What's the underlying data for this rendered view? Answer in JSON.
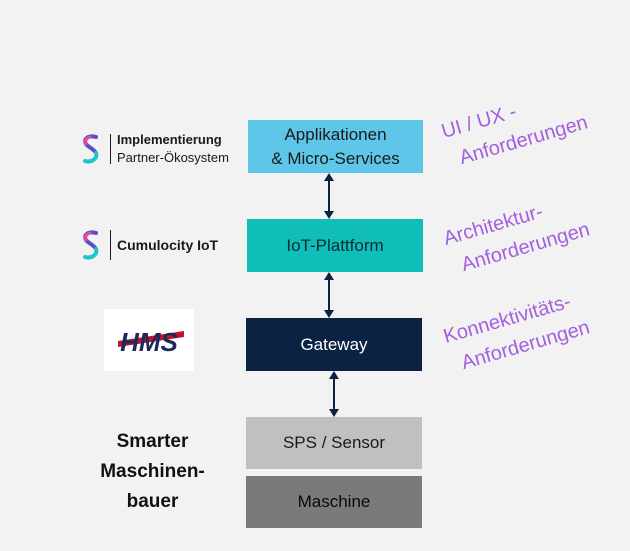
{
  "layers": {
    "apps": [
      "Applikationen",
      "& Micro-Services"
    ],
    "iot": "IoT-Plattform",
    "gateway": "Gateway",
    "sps": "SPS / Sensor",
    "maschine": "Maschine"
  },
  "requirements": {
    "ui": [
      "UI / UX -",
      "Anforderungen"
    ],
    "architektur": [
      "Architektur-",
      "Anforderungen"
    ],
    "konnektivitaet": [
      "Konnektivitäts-",
      "Anforderungen"
    ]
  },
  "logos": {
    "implementierung": {
      "title": "Implementierung",
      "subtitle": "Partner-Ökosystem"
    },
    "cumulocity": "Cumulocity IoT",
    "hms": "HMS"
  },
  "smarter": [
    "Smarter",
    "Maschinen-",
    "bauer"
  ],
  "colors": {
    "apps": "#5ec6e8",
    "iot": "#0fbfb7",
    "gateway": "#0c2242",
    "sps": "#c0c0c0",
    "maschine": "#7a7a7a",
    "requirements": "#a35fe0",
    "hms_red": "#c8102e",
    "hms_navy": "#1b2a5a"
  },
  "icons": [
    "s-logo-icon",
    "double-arrow-icon",
    "hms-logo-icon"
  ]
}
